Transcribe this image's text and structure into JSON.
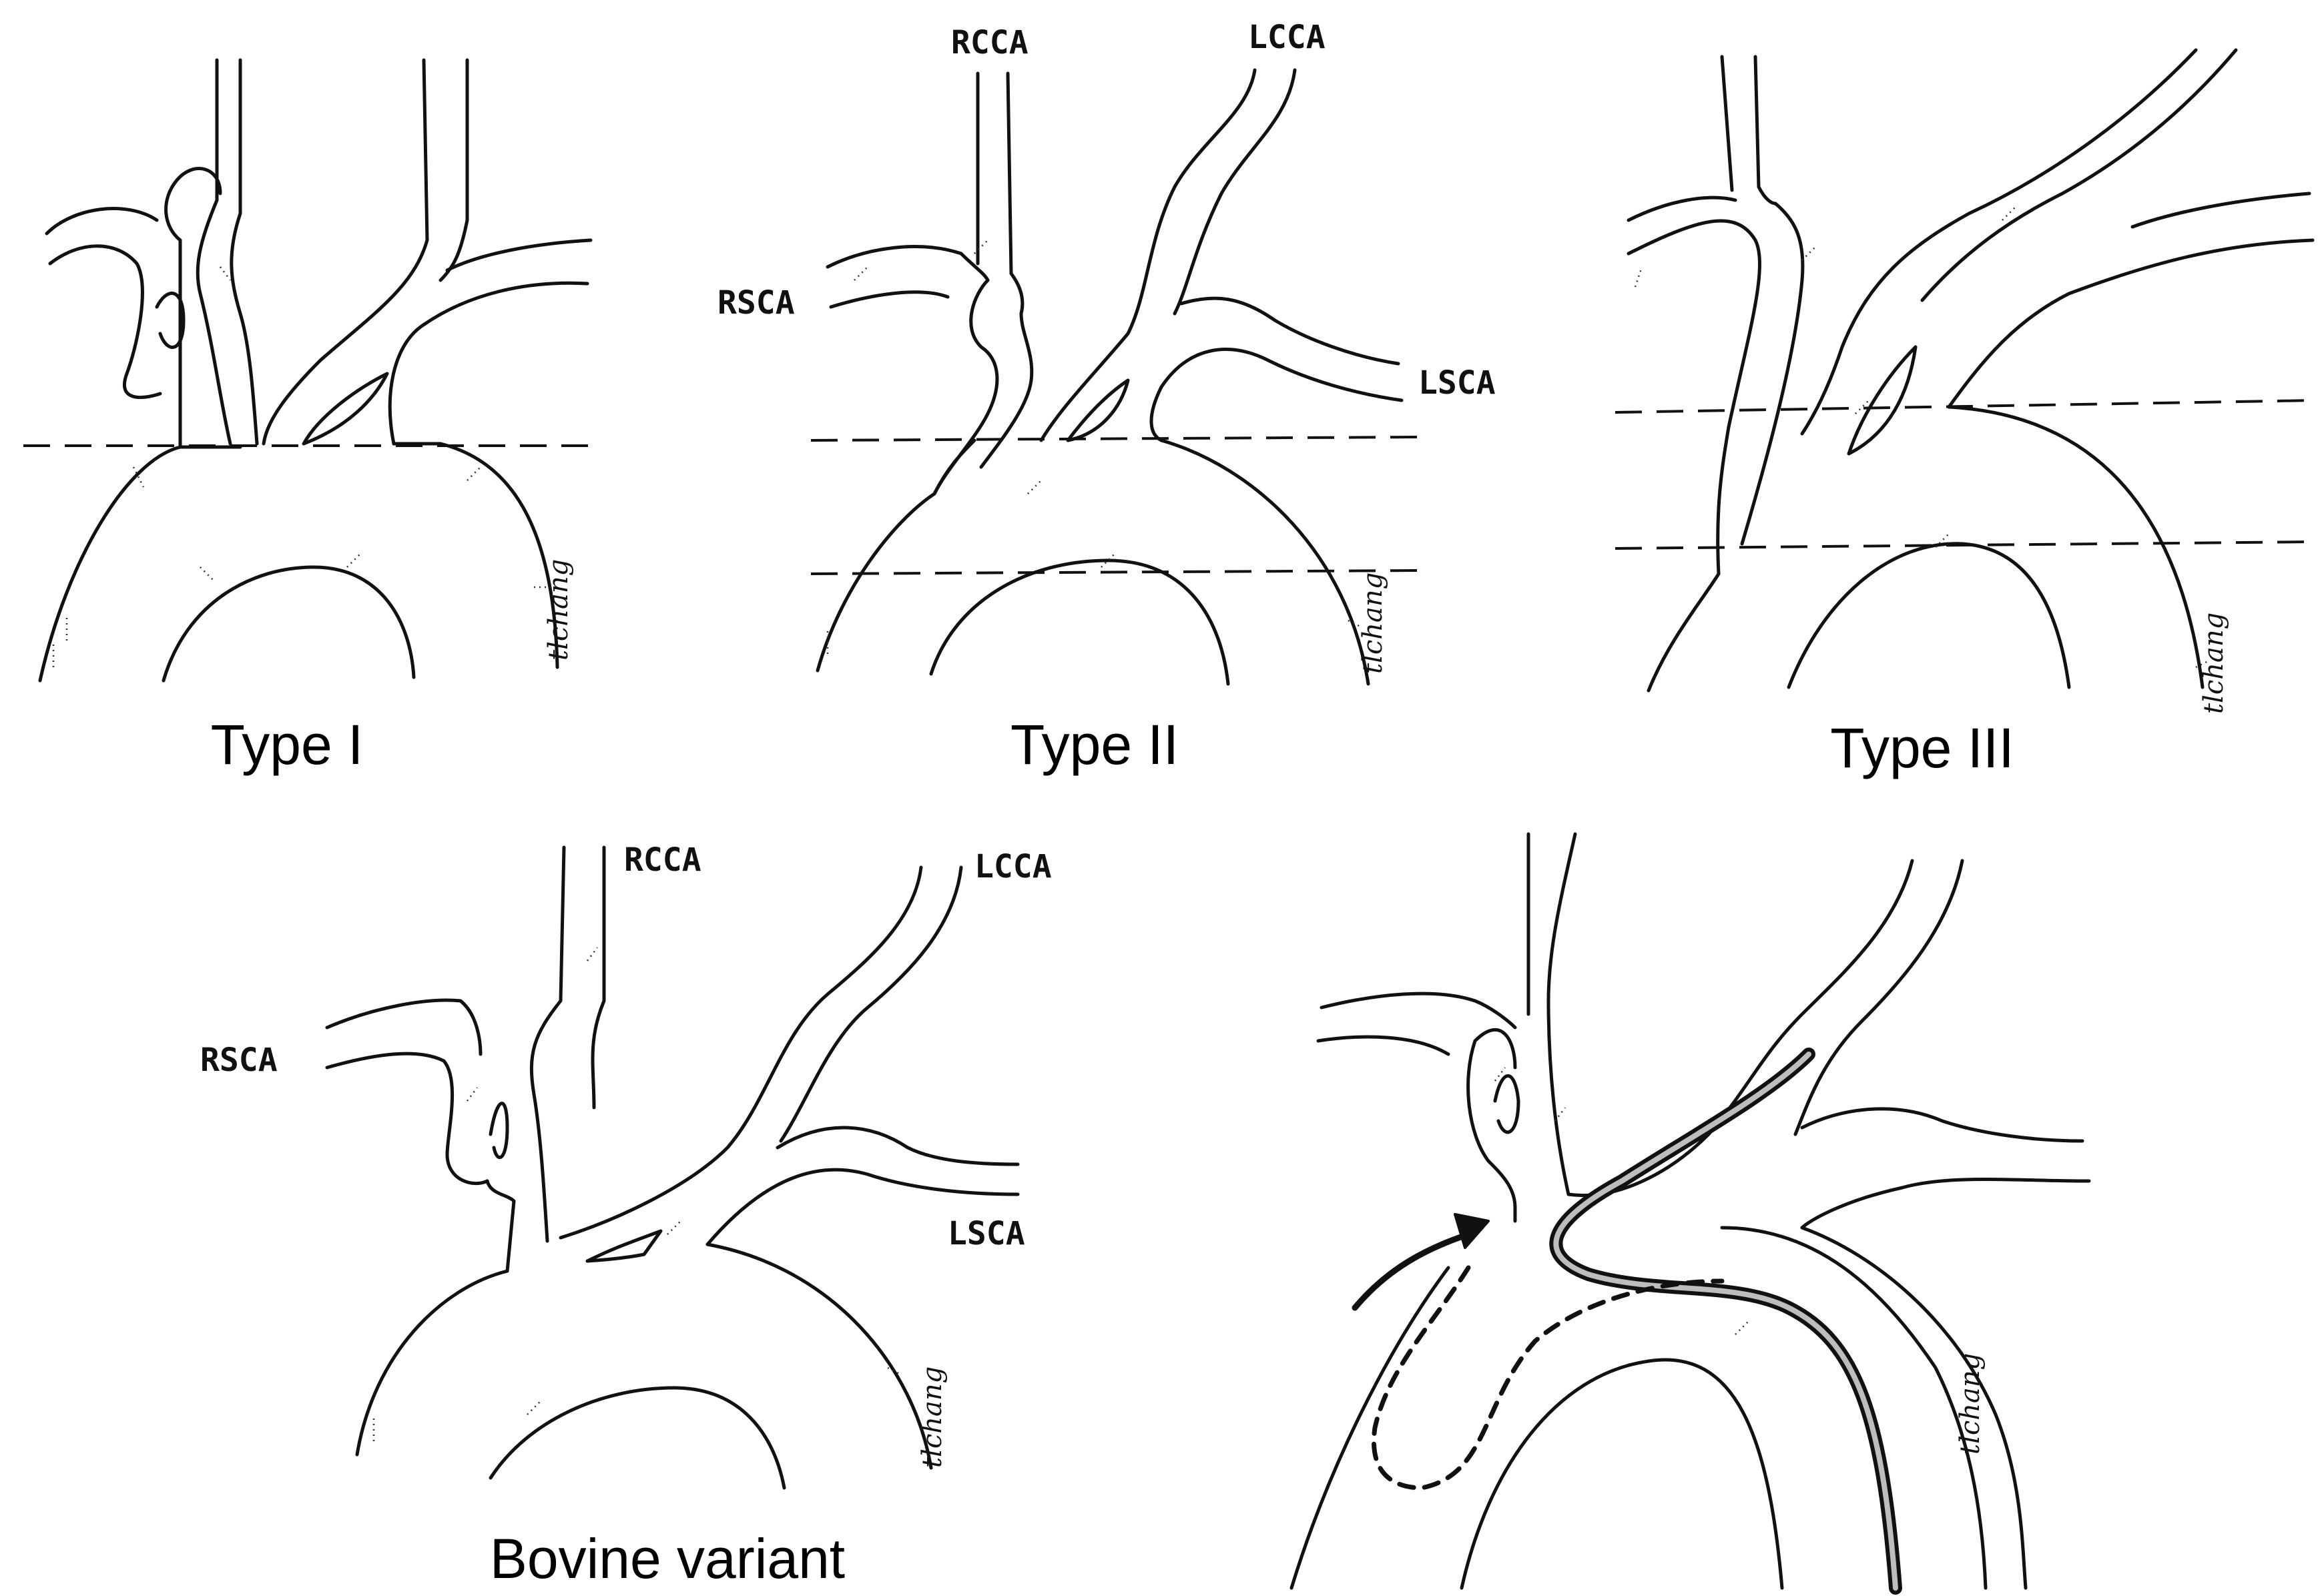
{
  "panels": [
    {
      "caption": "Type I",
      "signature": "tlchang"
    },
    {
      "caption": "Type II",
      "labels": {
        "rcca": "RCCA",
        "lcca": "LCCA",
        "rsca": "RSCA",
        "lsca": "LSCA"
      },
      "signature": "tlchang"
    },
    {
      "caption": "Type III",
      "signature": "tlchang"
    },
    {
      "caption": "Bovine variant",
      "labels": {
        "rcca": "RCCA",
        "lcca": "LCCA",
        "rsca": "RSCA",
        "lsca": "LSCA"
      },
      "signature": "tlchang"
    },
    {
      "caption": "",
      "signature": "tlchang"
    }
  ]
}
